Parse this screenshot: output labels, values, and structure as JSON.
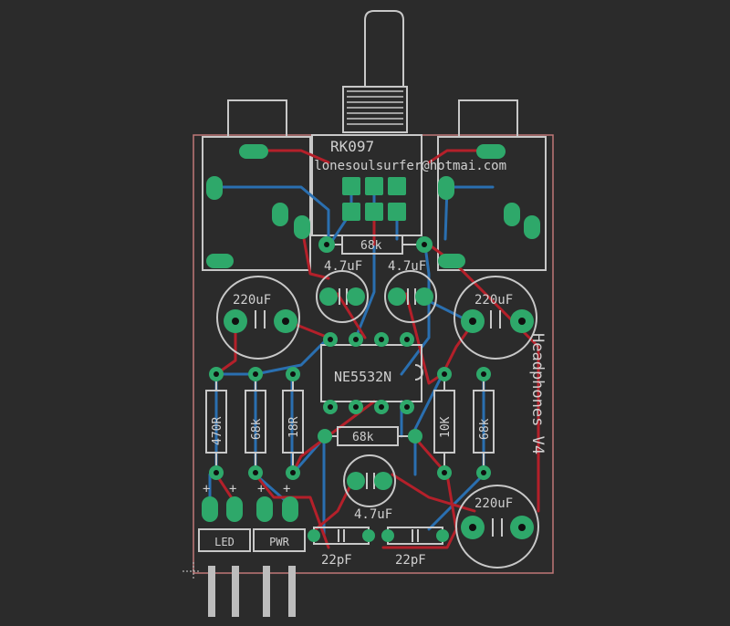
{
  "board": {
    "layers": {
      "top_color": "#b4202a",
      "bottom_color": "#2a6fb0",
      "pad_color": "#2ea86a",
      "silk_color": "#c8c8c8",
      "background": "#2b2b2b"
    }
  },
  "labels": {
    "pot": "RK097",
    "email": "lonesoulsurfer@hotmai.com",
    "c_47_left": "4.7uF",
    "c_47_right": "4.7uF",
    "c_47_bottom": "4.7uF",
    "r_68k_top": "68k",
    "r_68k_mid": "68k",
    "c_220_left": "220uF",
    "c_220_right": "220uF",
    "c_220_bottom": "220uF",
    "ic": "NE5532N",
    "r_470": "470R",
    "r_68k_a": "68k",
    "r_18k": "18R",
    "r_10k": "10K",
    "r_68k_b": "68k",
    "led": "LED",
    "pwr": "PWR",
    "c_22p_left": "22pF",
    "c_22p_right": "22pF",
    "title_mirrored": "Headphones V4",
    "plus_1": "+",
    "plus_2": "+",
    "plus_3": "+",
    "plus_4": "+"
  }
}
